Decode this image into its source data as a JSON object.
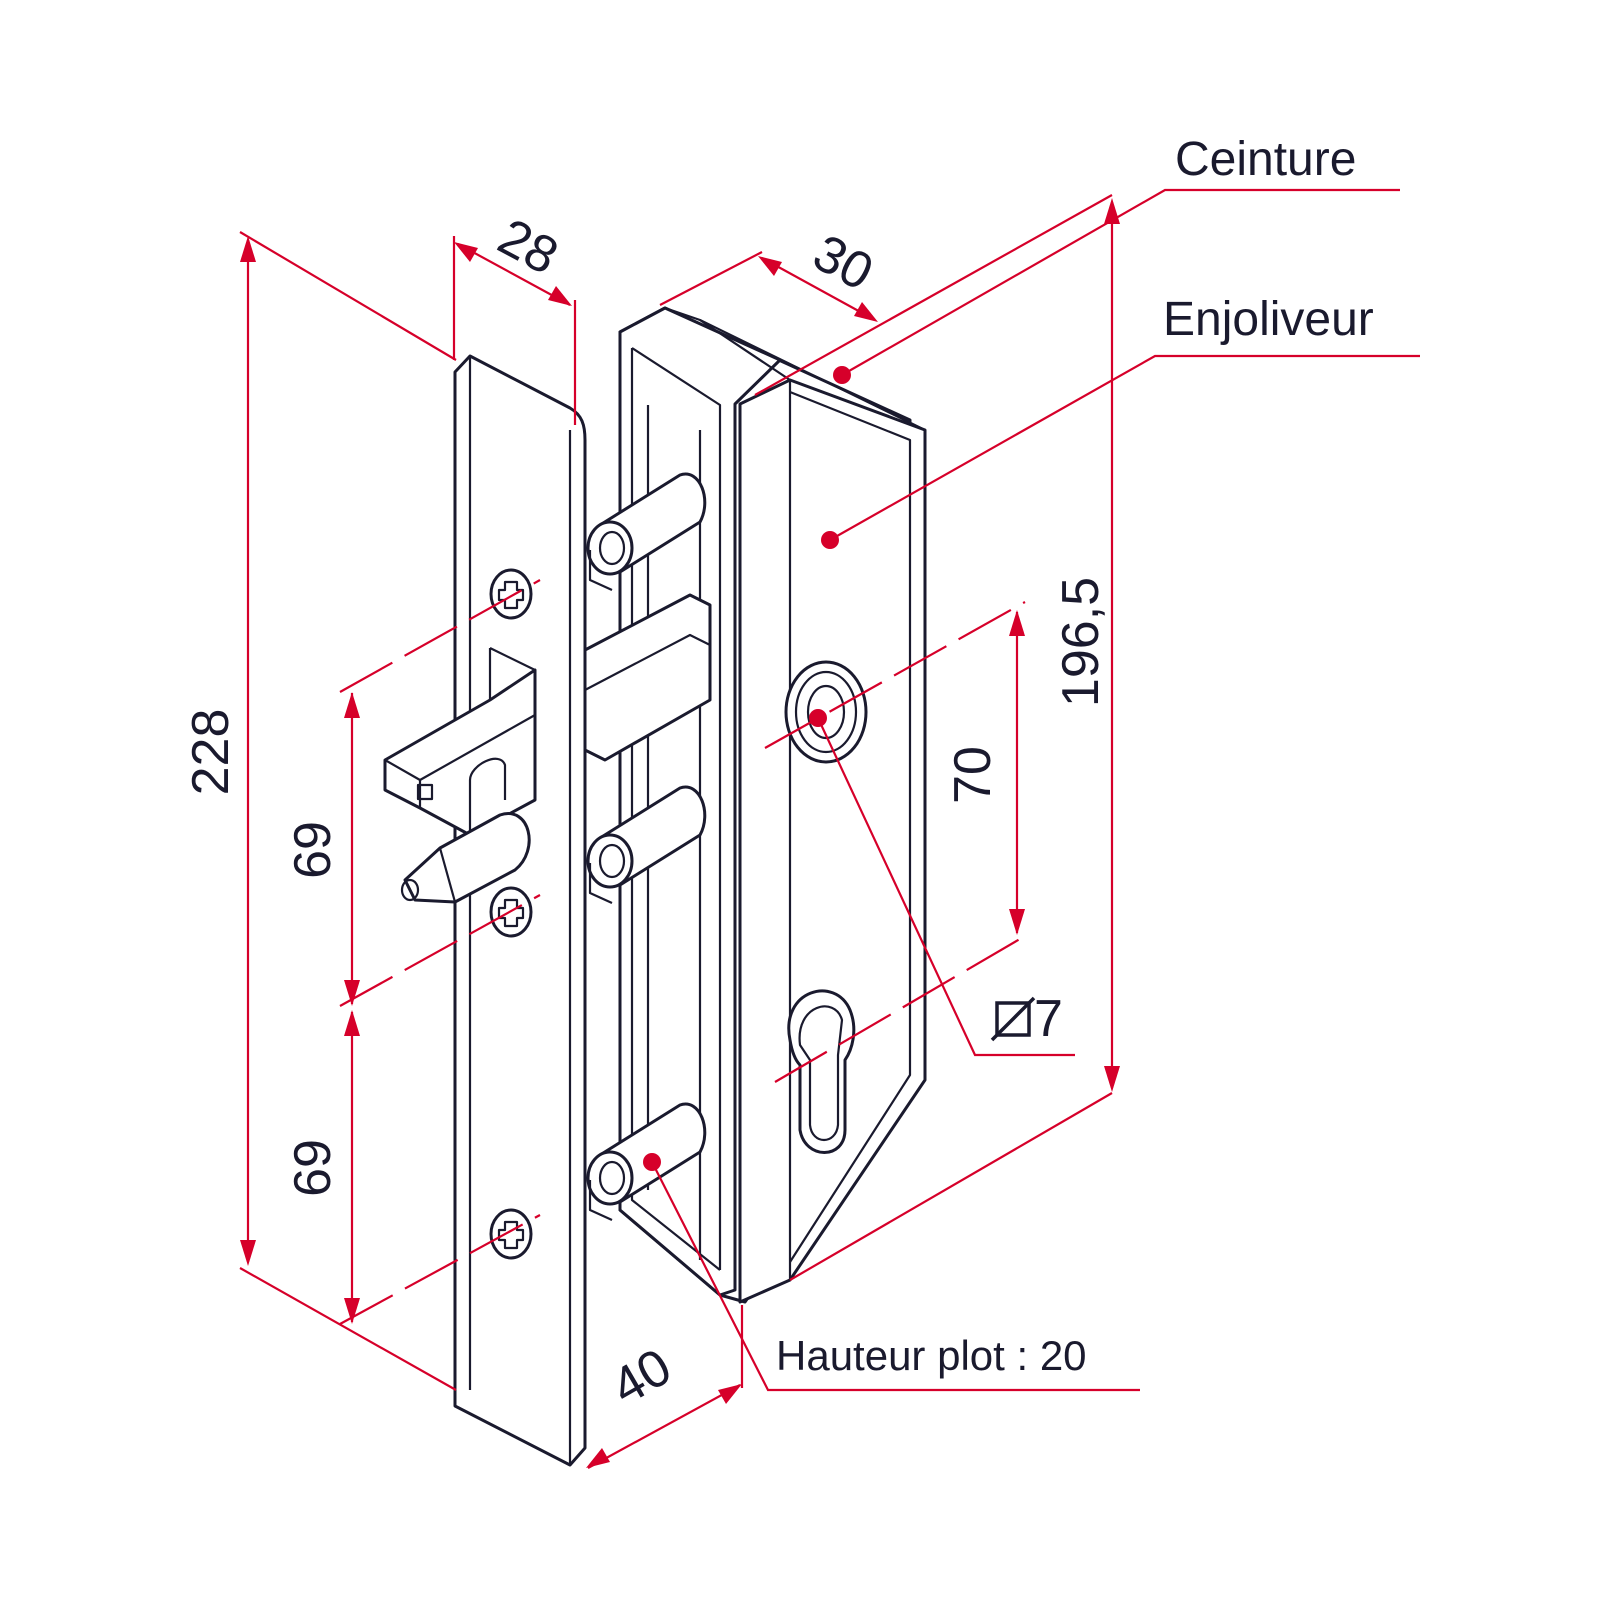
{
  "dimensions": {
    "total_height": "228",
    "plate_width": "28",
    "body_width": "30",
    "body_height": "196,5",
    "spacing_upper": "69",
    "spacing_lower": "69",
    "cylinder_axis": "70",
    "depth": "40",
    "hole_diameter": "7"
  },
  "callouts": {
    "ceinture": "Ceinture",
    "enjoliveur": "Enjoliveur",
    "hauteur_plot": "Hauteur plot : 20"
  },
  "colors": {
    "line": "#1a1a2e",
    "dimension": "#d6002a",
    "background": "#ffffff"
  },
  "icons": {
    "diameter_symbol": "diameter-icon"
  }
}
